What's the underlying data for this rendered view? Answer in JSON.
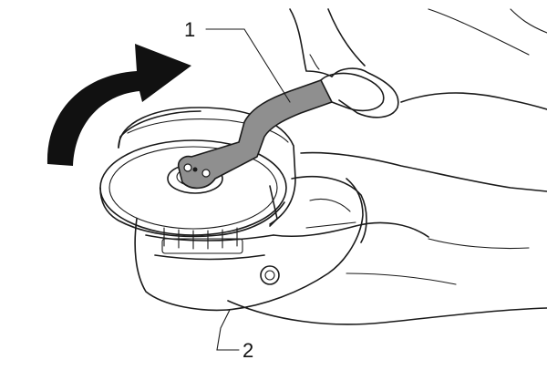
{
  "callouts": [
    {
      "id": "1",
      "label": "1"
    },
    {
      "id": "2",
      "label": "2"
    }
  ],
  "colors": {
    "line": "#1a1a1a",
    "wrench": "#8f8f8f",
    "arrow": "#111111",
    "background": "#ffffff"
  },
  "icons": {
    "rotation_arrow": "curved-arrow-icon"
  }
}
